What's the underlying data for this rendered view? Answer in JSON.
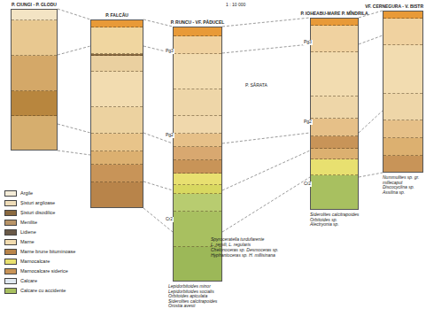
{
  "diagram": {
    "nodes": [
      {
        "text": [
          "P. CIUNGI - P. GLODU"
        ]
      },
      {
        "text": [
          "P. FALCĂU"
        ]
      },
      {
        "text": [
          "P. RUNCU - VF. PĂDUCEL"
        ]
      },
      {
        "text": [
          "P. IOHEABU-MARE P. MÎNDRILA"
        ]
      },
      {
        "text": [
          "VF. CERNEGURA - V. BISTR"
        ]
      }
    ],
    "edges": [
      {
        "from": 0,
        "to": 1,
        "arrow": "none"
      },
      {
        "from": 1,
        "to": 2,
        "arrow": "none"
      },
      {
        "from": 2,
        "to": 3,
        "arrow": "none"
      },
      {
        "from": 3,
        "to": 4,
        "arrow": "none"
      }
    ],
    "labels": [
      "1 : 10 000",
      "P. SĂRATA",
      "Spyroceratella turdufarente",
      "L. remili, L. regularis",
      "Chelonoceras sp. Desmoceras sp.",
      "Hyphantoceras sp. H. millisinana",
      "Lepidorbitoides minor",
      "Lepidorbitoides socialis",
      "Orbitoides apiculata",
      "Siderolites calcitrapoides",
      "Orostia avesii",
      "Siderolites calcitrapoides",
      "Orbitoides sp.",
      "Alectryonia sp.",
      "Nummulites sp. gr.",
      "millecaput",
      "Discocyclina sp.",
      "Assilina sp.",
      "Pg3",
      "Pg2",
      "Cr2",
      "Pg3",
      "Pg2",
      "Cr2"
    ],
    "legend": [
      {
        "text": "Argile",
        "color": "#f4ecd8"
      },
      {
        "text": "Șisturi argiloase",
        "color": "#eedcb8"
      },
      {
        "text": "Șisturi disodilice",
        "color": "#8a6a40"
      },
      {
        "text": "Menilite",
        "color": "#b89468"
      },
      {
        "text": "Lidiene",
        "color": "#6a5a48"
      },
      {
        "text": "Marne",
        "color": "#f2dcb0"
      },
      {
        "text": "Marne brune bituminoase",
        "color": "#b8844a"
      },
      {
        "text": "Marnocalcare",
        "color": "#e8e070"
      },
      {
        "text": "Marnocalcare siderice",
        "color": "#c89458"
      },
      {
        "text": "Calcare",
        "color": "#dfe8f0"
      },
      {
        "text": "Calcare cu accidente",
        "color": "#a8c060"
      }
    ]
  }
}
